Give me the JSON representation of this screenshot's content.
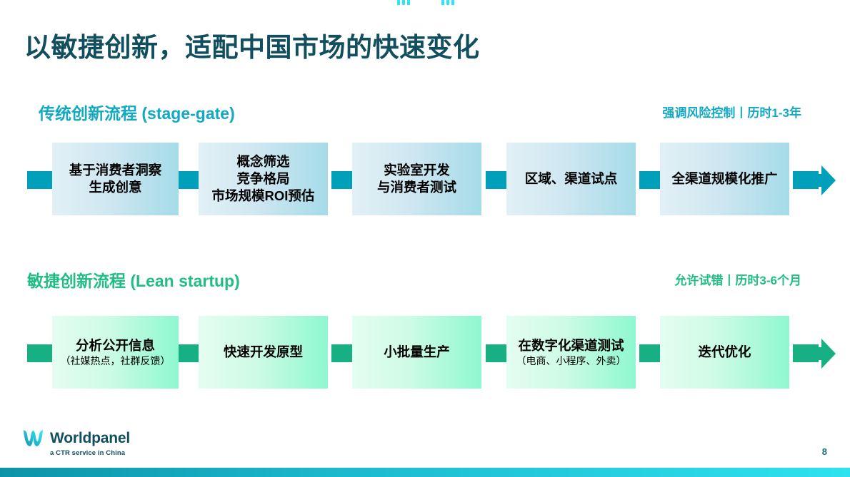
{
  "slide": {
    "title": "以敏捷创新，适配中国市场的快速变化",
    "page_number": "8",
    "title_color": "#114f5e",
    "bottom_bar_gradient": [
      "#0d93a8",
      "#2ee2f0"
    ]
  },
  "sections": [
    {
      "id": "traditional",
      "title": "传统创新流程 (stage-gate)",
      "note": "强调风险控制丨历时1-3年",
      "accent_color": "#13a8c4",
      "connector_color": "#00a0bb",
      "box_gradient": [
        "#e2f0f6",
        "#a5dbe8"
      ],
      "steps": [
        {
          "main": "基于消费者洞察\n生成创意",
          "sub": ""
        },
        {
          "main": "概念筛选\n竞争格局\n市场规模ROI预估",
          "sub": ""
        },
        {
          "main": "实验室开发\n与消费者测试",
          "sub": ""
        },
        {
          "main": "区域、渠道试点",
          "sub": ""
        },
        {
          "main": "全渠道规模化推广",
          "sub": ""
        }
      ]
    },
    {
      "id": "agile",
      "title": "敏捷创新流程 (Lean startup)",
      "note": "允许试错丨历时3-6个月",
      "accent_color": "#21bd85",
      "connector_color": "#16b083",
      "box_gradient": [
        "#e4fdf2",
        "#8ef8d0"
      ],
      "steps": [
        {
          "main": "分析公开信息",
          "sub": "（社媒热点，社群反馈）"
        },
        {
          "main": "快速开发原型",
          "sub": ""
        },
        {
          "main": "小批量生产",
          "sub": ""
        },
        {
          "main": "在数字化渠道测试",
          "sub": "（电商、小程序、外卖）"
        },
        {
          "main": "迭代优化",
          "sub": ""
        }
      ]
    }
  ],
  "footer": {
    "brand": "Worldpanel",
    "tagline": "a CTR service in China"
  }
}
